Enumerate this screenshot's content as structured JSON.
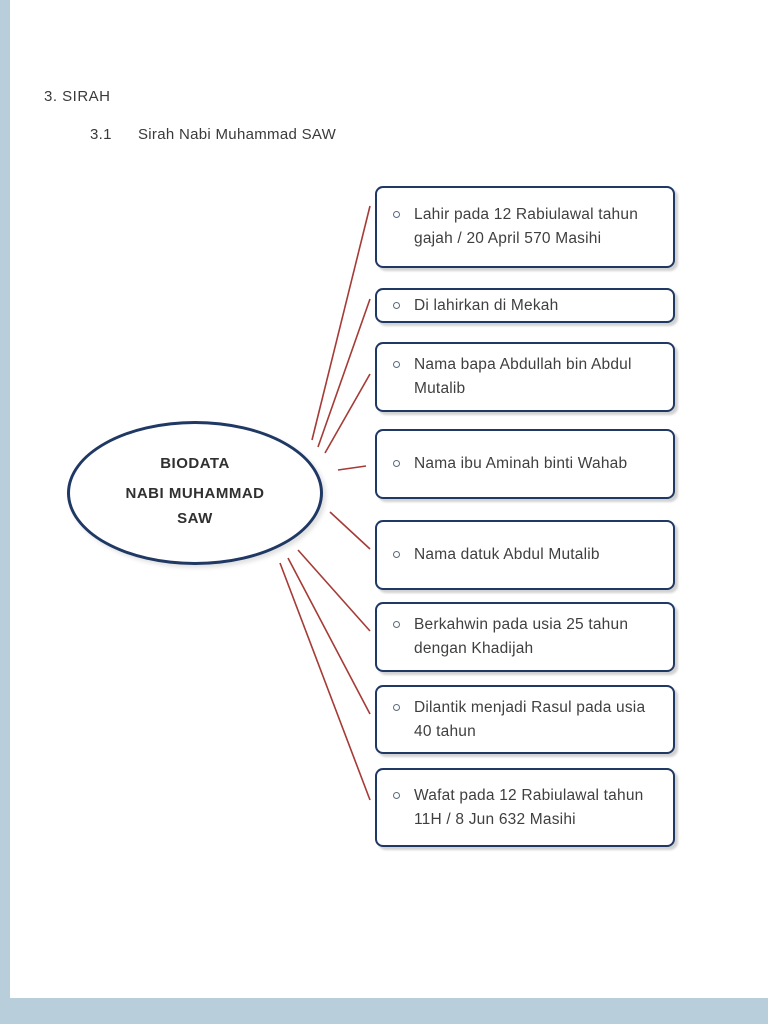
{
  "page": {
    "heading": "3. SIRAH",
    "subheading_number": "3.1",
    "subheading_title": "Sirah Nabi Muhammad SAW"
  },
  "diagram": {
    "center": {
      "title": "BIODATA",
      "name_line1": "NABI MUHAMMAD",
      "name_line2": "SAW"
    },
    "boxes": [
      {
        "text": "Lahir pada 12 Rabiulawal tahun gajah / 20 April 570 Masihi"
      },
      {
        "text": "Di lahirkan di Mekah"
      },
      {
        "text": "Nama bapa Abdullah bin Abdul Mutalib"
      },
      {
        "text": "Nama ibu Aminah binti Wahab"
      },
      {
        "text": "Nama datuk Abdul Mutalib"
      },
      {
        "text": "Berkahwin pada usia 25 tahun dengan Khadijah"
      },
      {
        "text": "Dilantik menjadi Rasul pada usia 40 tahun"
      },
      {
        "text": "Wafat pada 12 Rabiulawal tahun 11H / 8 Jun 632 Masihi"
      }
    ],
    "colors": {
      "box_border": "#1f3864",
      "connector": "#a53b36",
      "bullet": "#5a6b7d",
      "text": "#3f3f3f",
      "canvas_background": "#b9cedb"
    }
  }
}
